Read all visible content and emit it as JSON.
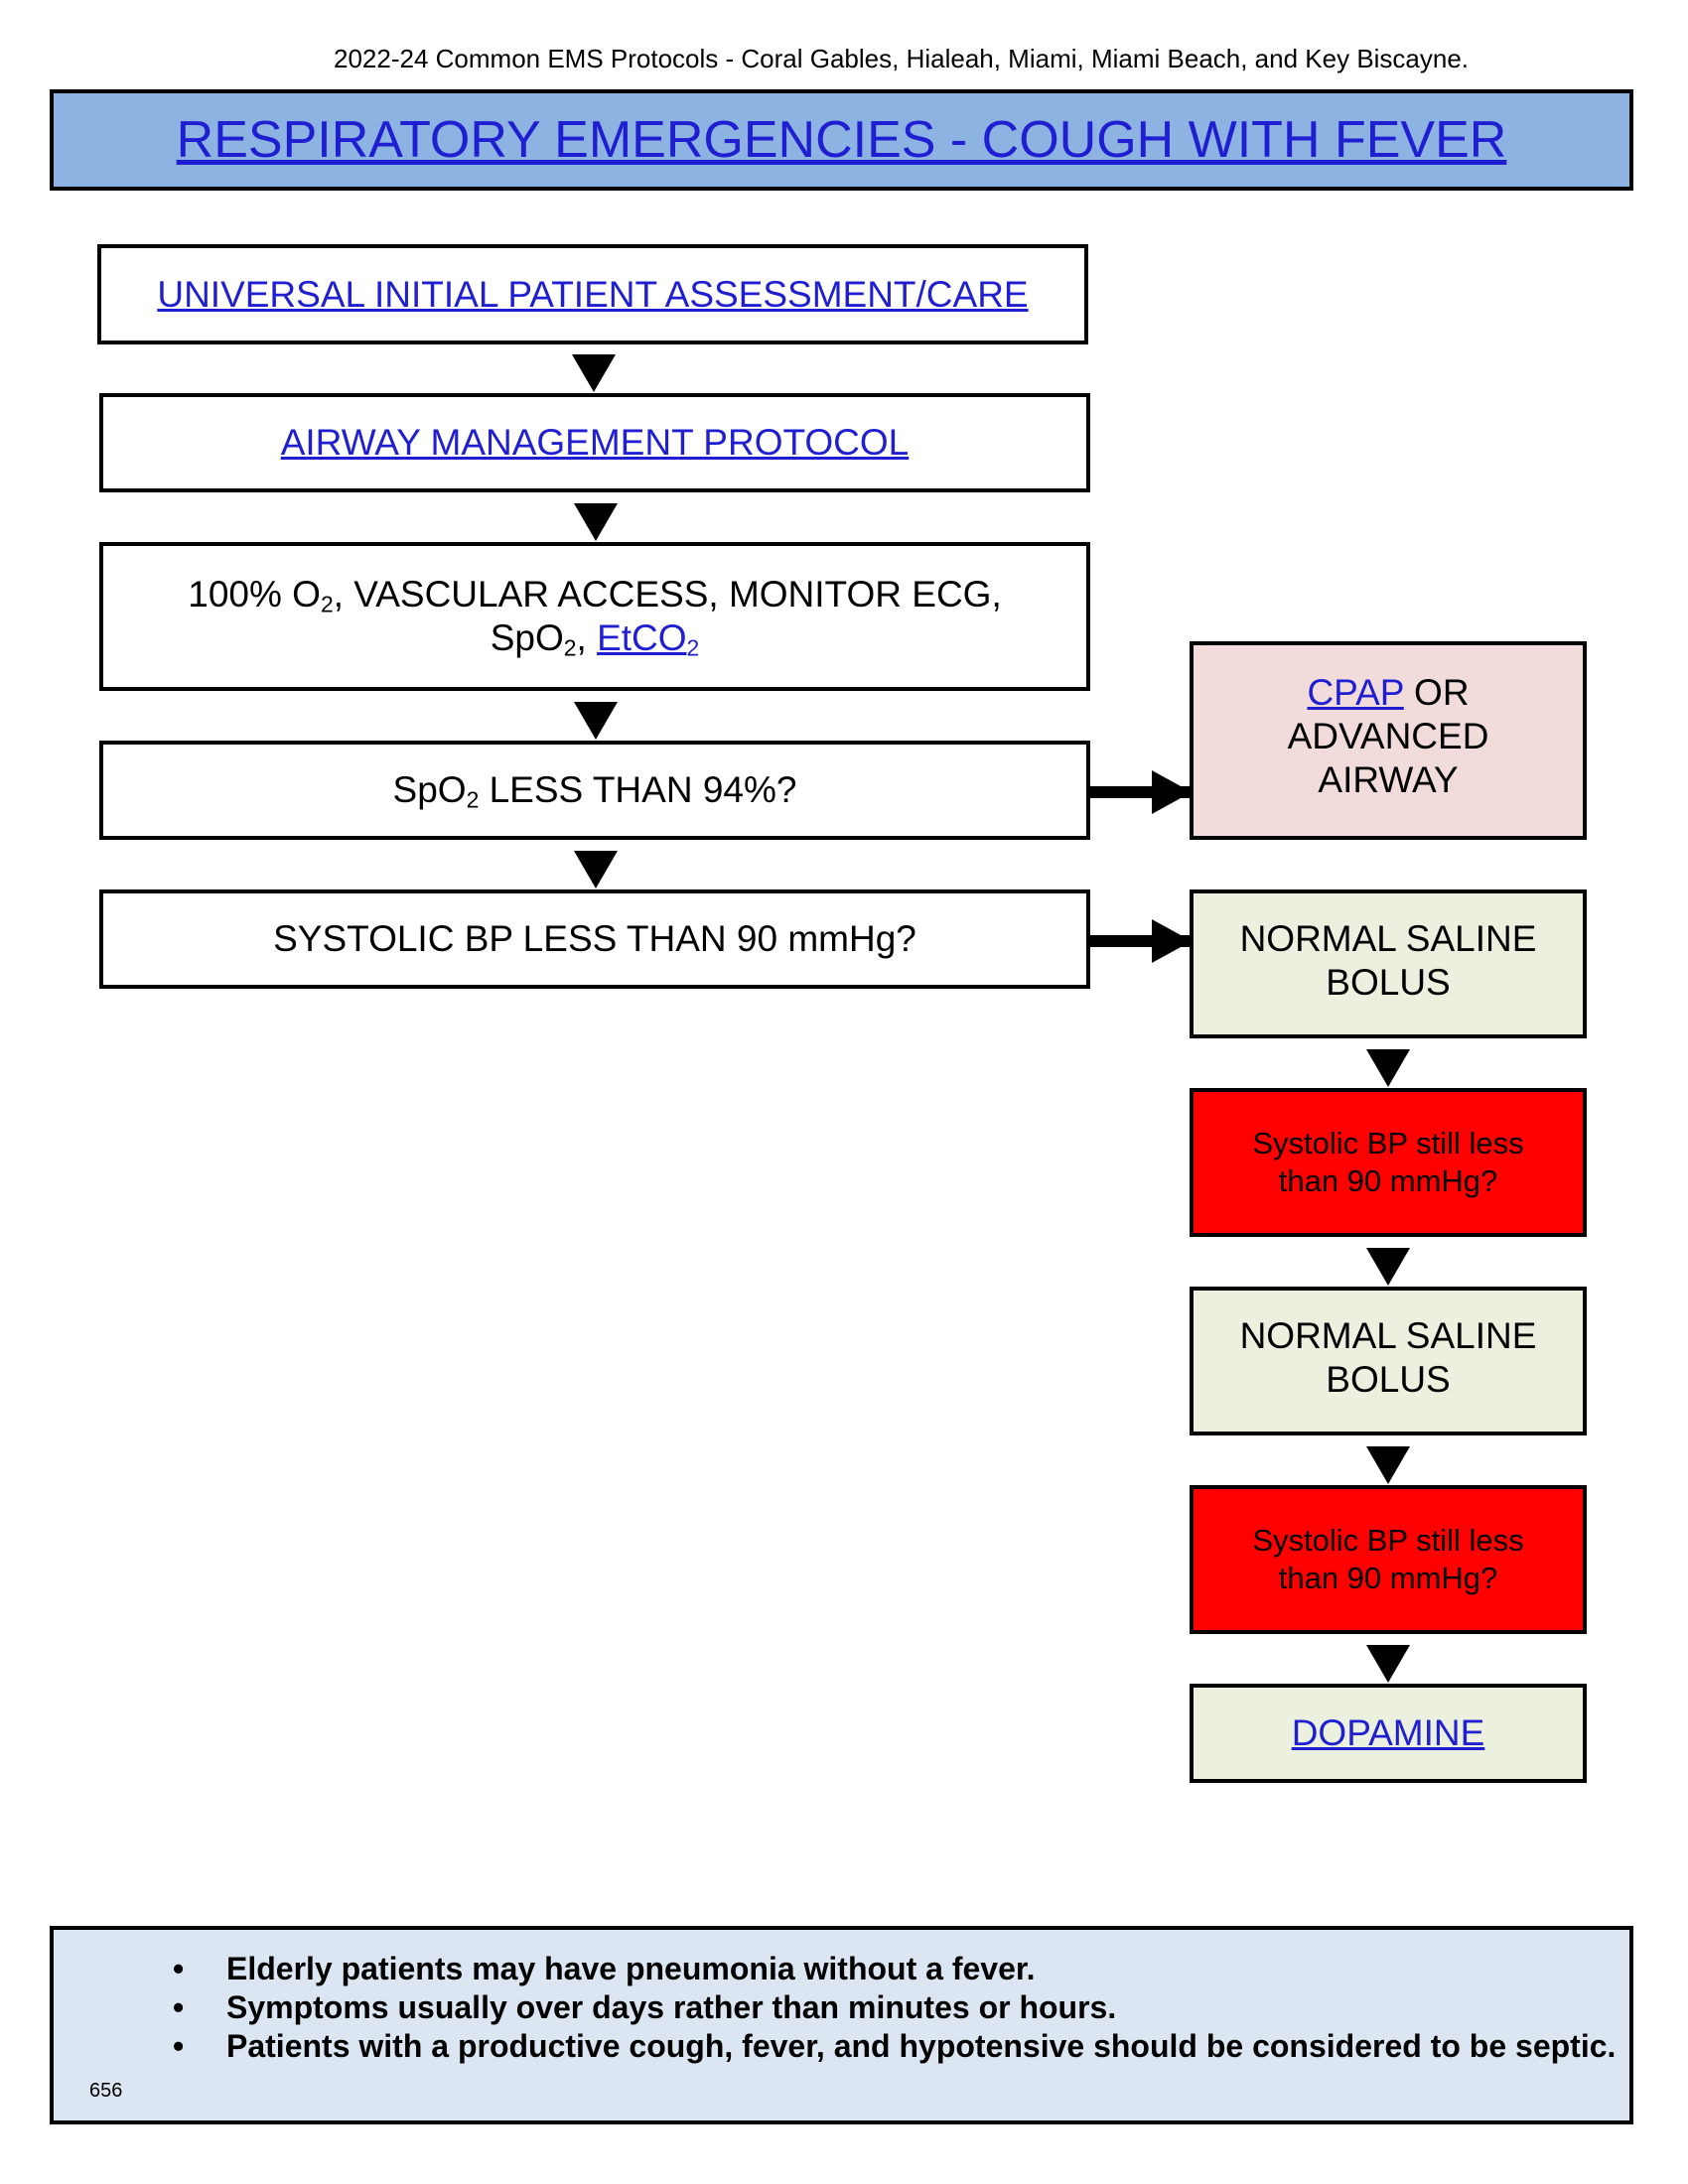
{
  "header": {
    "text": "2022-24 Common EMS Protocols - Coral Gables, Hialeah, Miami, Miami Beach, and Key Biscayne."
  },
  "title": "RESPIRATORY EMERGENCIES - COUGH WITH FEVER",
  "flow": {
    "universal": "UNIVERSAL INITIAL PATIENT ASSESSMENT/CARE",
    "airway": "AIRWAY MANAGEMENT PROTOCOL",
    "interventions": {
      "line1_a": "100% O",
      "line1_sub": "2",
      "line1_b": ", VASCULAR ACCESS, MONITOR ECG,",
      "line2_a": "SpO",
      "line2_sub": "2",
      "line2_b": ", ",
      "etco2_a": "EtCO",
      "etco2_sub": "2"
    },
    "spo2_question": {
      "a": "SpO",
      "sub": "2",
      "b": " LESS THAN 94%?"
    },
    "sbp_question": "SYSTOLIC BP LESS THAN 90 mmHg?",
    "cpap_box": {
      "cpap": "CPAP",
      "or": " OR",
      "line2": "ADVANCED",
      "line3": "AIRWAY"
    },
    "bolus_1": {
      "line1": "NORMAL SALINE",
      "line2": "BOLUS"
    },
    "recheck_1": {
      "line1": "Systolic BP still less",
      "line2": "than 90 mmHg?"
    },
    "bolus_2": {
      "line1": "NORMAL SALINE",
      "line2": "BOLUS"
    },
    "recheck_2": {
      "line1": "Systolic BP still less",
      "line2": "than 90 mmHg?"
    },
    "dopamine": "DOPAMINE"
  },
  "notes": [
    "Elderly patients may have pneumonia without a fever.",
    "Symptoms usually over days rather than minutes or hours.",
    "Patients with a productive cough, fever, and hypotensive should be considered to be septic."
  ],
  "notes_bullet": "•",
  "page_number": "656",
  "colors": {
    "title_banner": "#8db3e2",
    "link": "#1f1fd1",
    "cpap_box": "#f2dcdb",
    "bolus_box": "#ebf1de",
    "alert_box": "#ff0000",
    "notes_box": "#dce6f2"
  }
}
